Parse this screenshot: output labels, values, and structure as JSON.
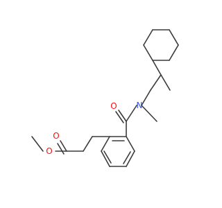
{
  "molecule": {
    "atom_labels": {
      "carbonyl_oxygen_amide": "O",
      "amide_nitrogen": "N",
      "carbonyl_oxygen_ester": "O",
      "ester_oxygen": "O"
    },
    "colors": {
      "bond": "#3a3a3a",
      "oxygen": "#ff0d0d",
      "nitrogen": "#3050f8",
      "background": "#ffffff"
    }
  }
}
